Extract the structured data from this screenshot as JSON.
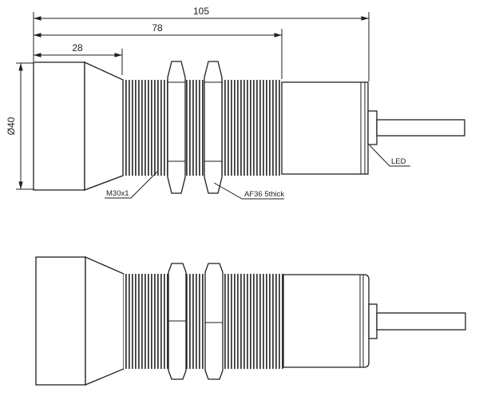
{
  "meta": {
    "background_color": "#ffffff",
    "line_color": "#1f1f1f",
    "drawing_type": "sensor-technical-drawing",
    "views": [
      "top-dimensioned-view",
      "bottom-plain-view"
    ]
  },
  "dimensions": {
    "overall_length": "105",
    "threaded_length": "78",
    "head_length": "28",
    "head_diameter": "Ø40"
  },
  "labels": {
    "thread_spec": "M30x1",
    "nut_spec": "AF36 5thick",
    "led": "LED"
  }
}
